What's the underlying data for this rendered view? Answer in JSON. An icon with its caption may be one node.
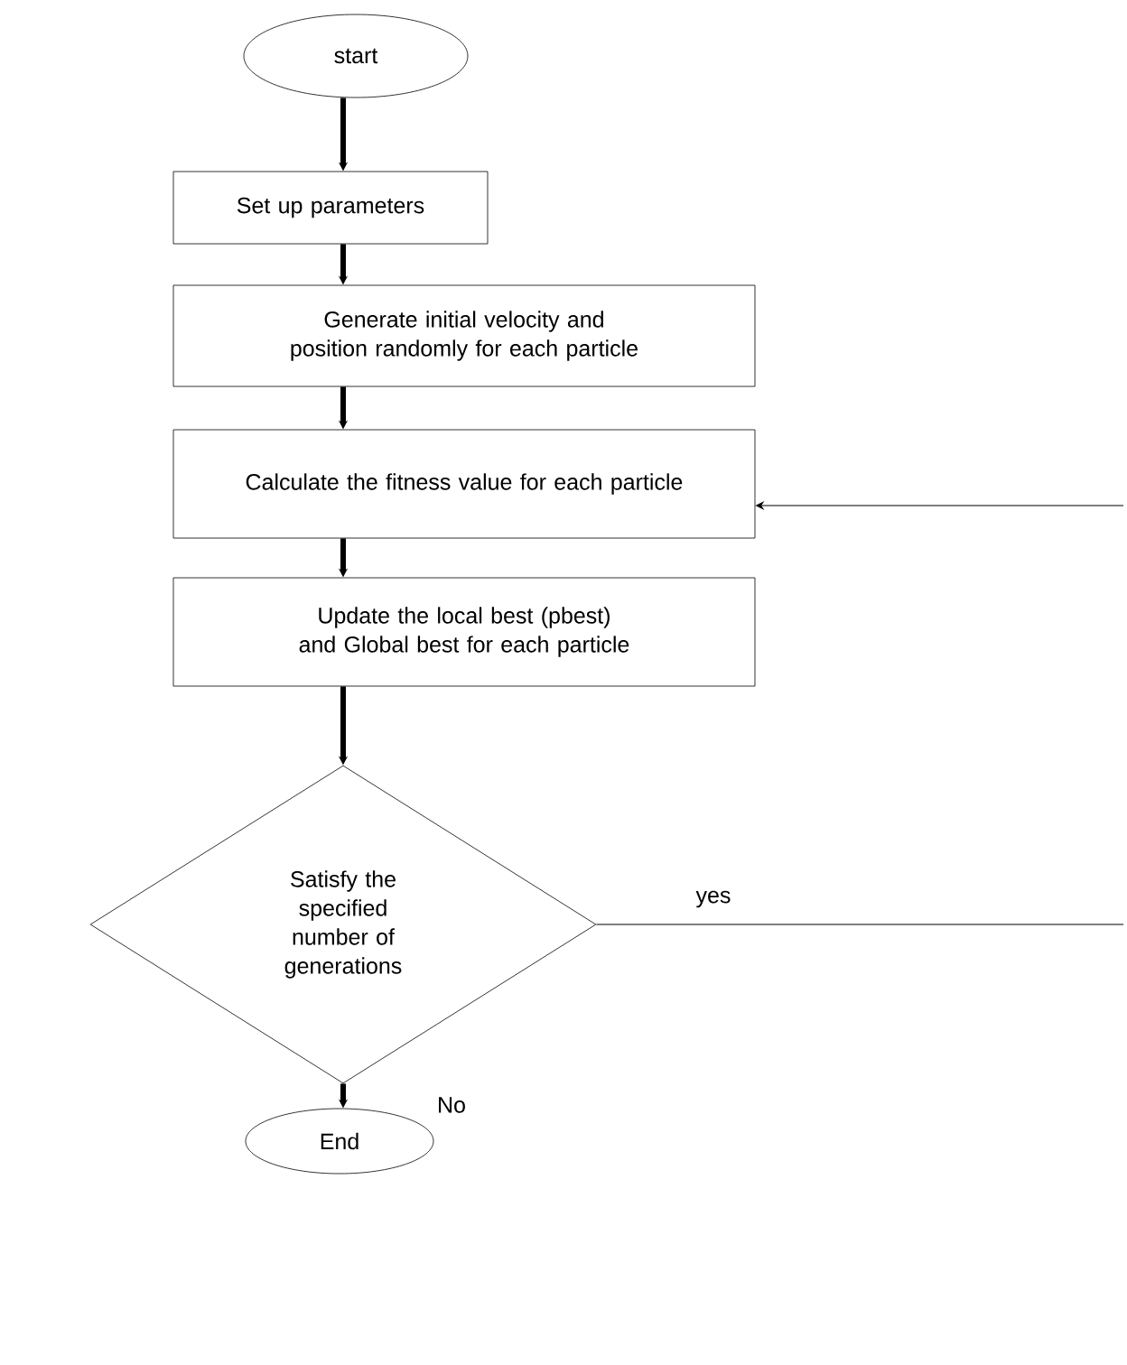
{
  "diagram": {
    "nodes": [
      {
        "text": [
          "start"
        ]
      },
      {
        "text": [
          "Set up parameters"
        ]
      },
      {
        "text": [
          "Generate initial velocity and position randomly for each particle"
        ]
      },
      {
        "text": [
          "Calculate the fitness value for each particle"
        ]
      },
      {
        "text": [
          "Update the local best (pbest) and Global best for each particle"
        ]
      },
      {
        "text": [
          "Satisfy the specified number of generations"
        ]
      },
      {
        "text": [
          "End"
        ]
      }
    ],
    "edges": [
      {
        "from": 0,
        "to": 1,
        "arrow": "to"
      },
      {
        "from": 1,
        "to": 2,
        "arrow": "to"
      },
      {
        "from": 2,
        "to": 3,
        "arrow": "to"
      },
      {
        "from": 3,
        "to": 4,
        "arrow": "to"
      },
      {
        "from": 4,
        "to": 5,
        "arrow": "to"
      },
      {
        "from": 5,
        "to": null,
        "arrow": "none",
        "label": "yes"
      },
      {
        "from": null,
        "to": 3,
        "arrow": "to"
      },
      {
        "from": 5,
        "to": 6,
        "arrow": "to",
        "label": "No"
      }
    ]
  }
}
